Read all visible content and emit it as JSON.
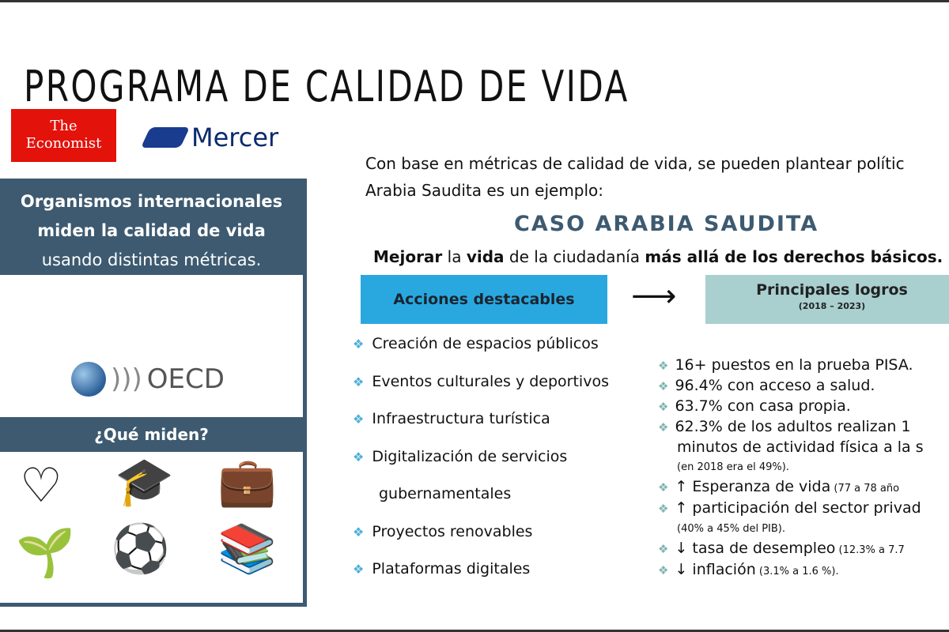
{
  "title": "PROGRAMA DE CALIDAD DE VIDA",
  "panel": {
    "header_line1": "Organismos internacionales",
    "header_line2": "miden la calidad de vida",
    "header_line3": "usando distintas métricas.",
    "logos": {
      "economist_l1": "The",
      "economist_l2": "Economist",
      "mercer": "Mercer",
      "oecd": "OECD"
    },
    "question": "¿Qué miden?",
    "icons": [
      "heart-rate-icon",
      "graduation-books-icon",
      "briefcase-icon",
      "plant-hand-icon",
      "sports-balls-icon",
      "books-stack-icon"
    ]
  },
  "intro_line1": "Con base en métricas de calidad de vida, se pueden plantear polític",
  "intro_line2": "Arabia Saudita es un ejemplo:",
  "case_title": "CASO ARABIA SAUDITA",
  "subtitle": {
    "p1": "Mejorar",
    "p2": " la ",
    "p3": "vida",
    "p4": " de la ciudadanía ",
    "p5": "más allá de los derechos básicos."
  },
  "actions_header": "Acciones destacables",
  "achievements_header": "Principales logros",
  "achievements_period": "(2018 – 2023)",
  "actions": [
    "Creación de espacios públicos",
    "Eventos culturales y deportivos",
    "Infraestructura turística",
    "Digitalización de servicios",
    "gubernamentales",
    "Proyectos renovables",
    "Plataformas digitales"
  ],
  "achievements": {
    "a1": "16+ puestos en la prueba PISA.",
    "a2": "96.4% con acceso a salud.",
    "a3": "63.7% con casa propia.",
    "a4": "62.3% de los adultos realizan 1",
    "a4b": "minutos de actividad física a la s",
    "a4c": "(en 2018 era el 49%).",
    "a5": "↑ Esperanza de vida",
    "a5s": " (77 a 78 año",
    "a6": "↑ participación del sector privad",
    "a6s": "(40% a 45% del PIB).",
    "a7": "↓ tasa de desempleo",
    "a7s": " (12.3% a 7.7",
    "a8": "↓ inflación",
    "a8s": " (3.1% a 1.6 %)."
  },
  "colors": {
    "panel": "#3d5a70",
    "actions": "#29a8e0",
    "achievements": "#a9cfcf"
  }
}
